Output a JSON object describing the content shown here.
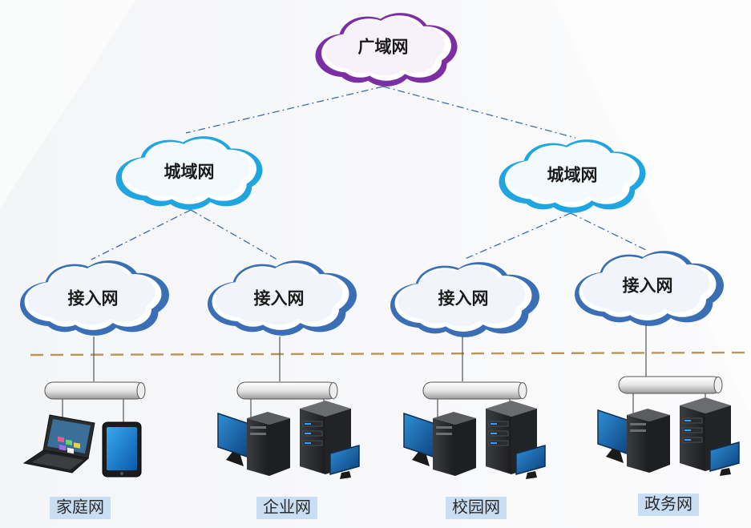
{
  "clouds": {
    "wan": "广域网",
    "man_left": "城域网",
    "man_right": "城域网",
    "access_1": "接入网",
    "access_2": "接入网",
    "access_3": "接入网",
    "access_4": "接入网"
  },
  "networks": {
    "home": "家庭网",
    "enterprise": "企业网",
    "campus": "校园网",
    "government": "政务网"
  },
  "colors": {
    "wan_cloud": "#7b2fa3",
    "man_cloud": "#1fa6e0",
    "access_cloud": "#3a6fb5",
    "divider": "#b8955a",
    "label_highlight": "#c9def2"
  }
}
